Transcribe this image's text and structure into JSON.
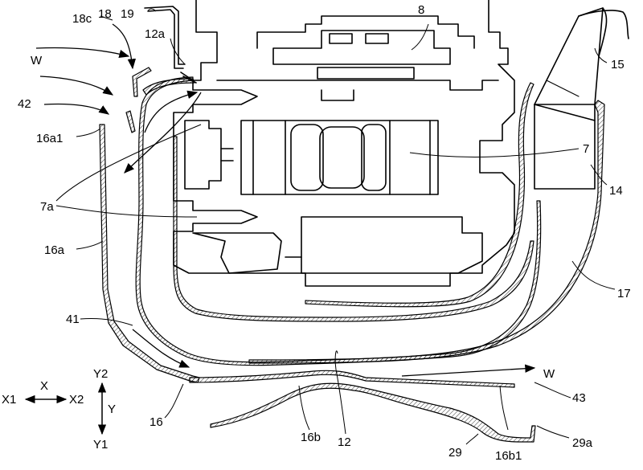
{
  "figure": {
    "labels": {
      "l8": "8",
      "l18c": "18c",
      "l18": "18",
      "l19": "19",
      "l12a": "12a",
      "l15": "15",
      "lW_top": "W",
      "l42": "42",
      "l16a1": "16a1",
      "l7": "7",
      "l14": "14",
      "l7a": "7a",
      "l16a": "16a",
      "l17": "17",
      "l41": "41",
      "lY2": "Y2",
      "lX": "X",
      "lX1": "X1",
      "lX2": "X2",
      "lY": "Y",
      "lY1": "Y1",
      "lW_bottom": "W",
      "l43": "43",
      "l16": "16",
      "l16b": "16b",
      "l12": "12",
      "l29": "29",
      "l16b1": "16b1",
      "l29a": "29a"
    }
  }
}
